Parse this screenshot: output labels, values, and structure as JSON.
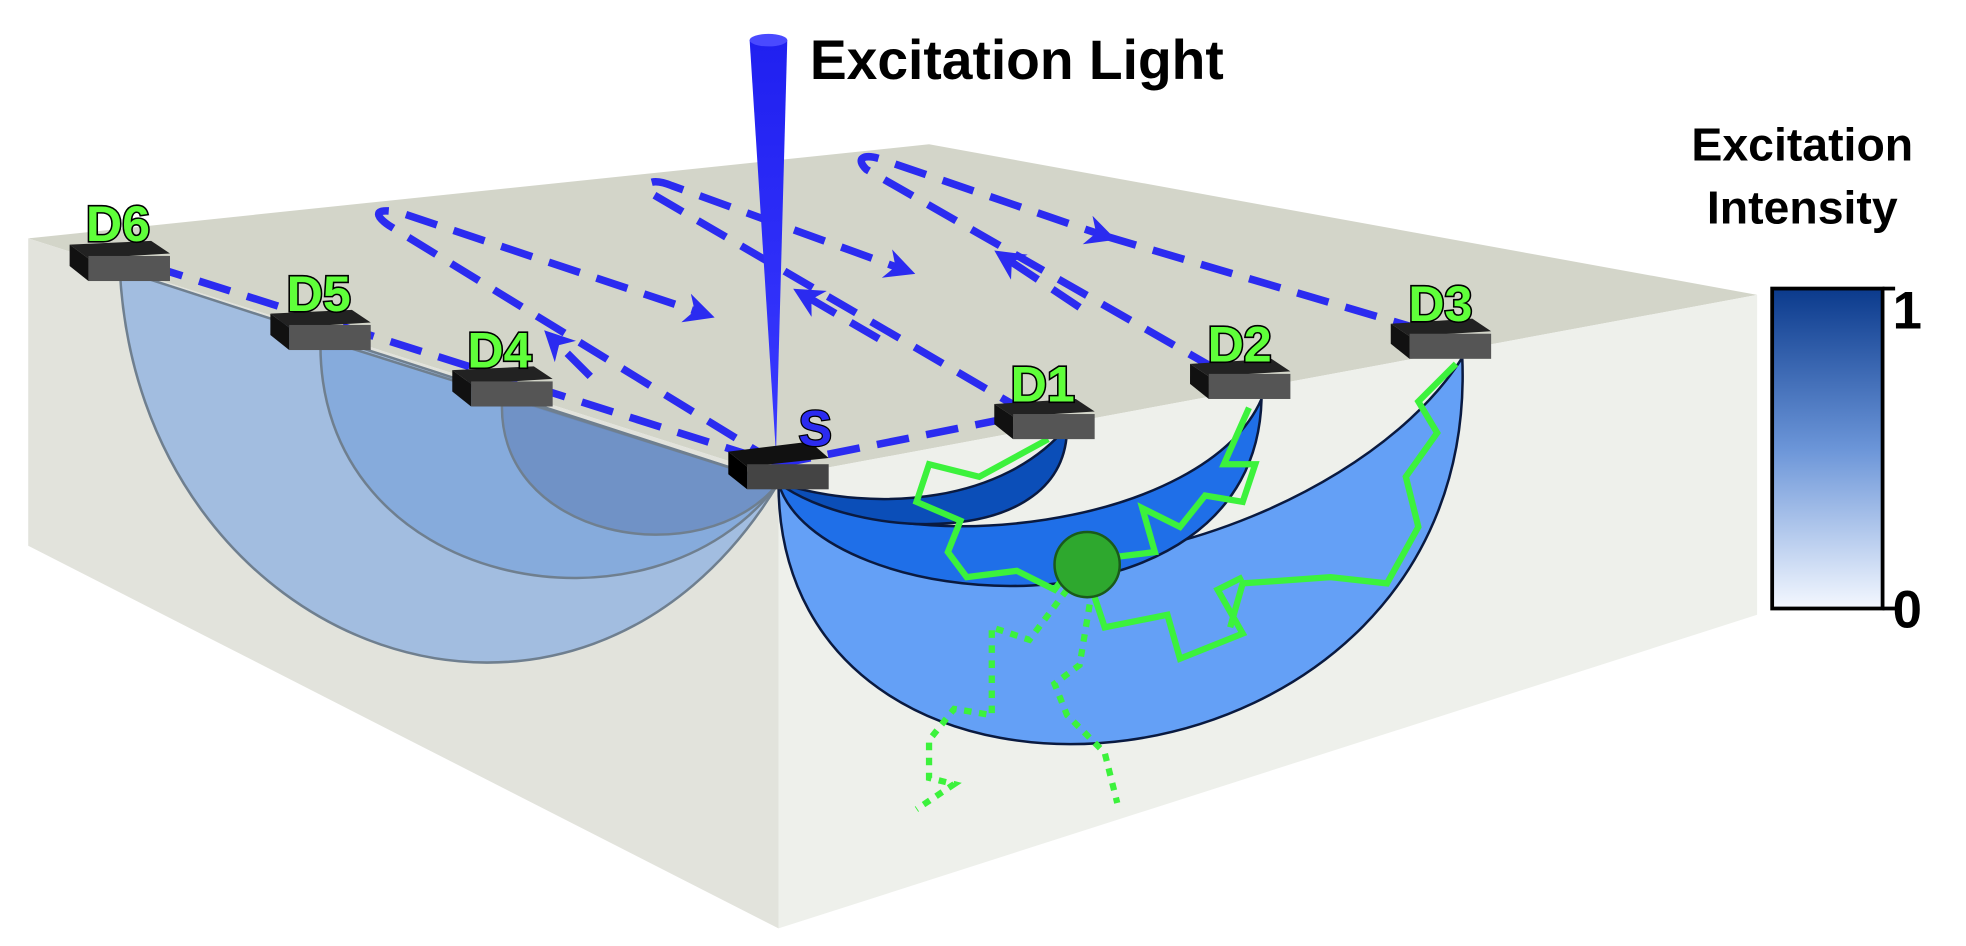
{
  "title": "Excitation Light",
  "source_label": "S",
  "detectors": [
    "D1",
    "D2",
    "D3",
    "D4",
    "D5",
    "D6"
  ],
  "colorbar": {
    "title_line1": "Excitation",
    "title_line2": "Intensity",
    "max_label": "1",
    "min_label": "0",
    "color_high": "#0b3a8c",
    "color_low": "#f4f8ff"
  },
  "colors": {
    "light": "#2626f2",
    "photon_path": "#2b2bf0",
    "fluorescence": "#3cf23c",
    "tissue_top": "#d3d5c9",
    "tissue_left": "#e2e3dc",
    "tissue_right": "#eef0eb"
  }
}
